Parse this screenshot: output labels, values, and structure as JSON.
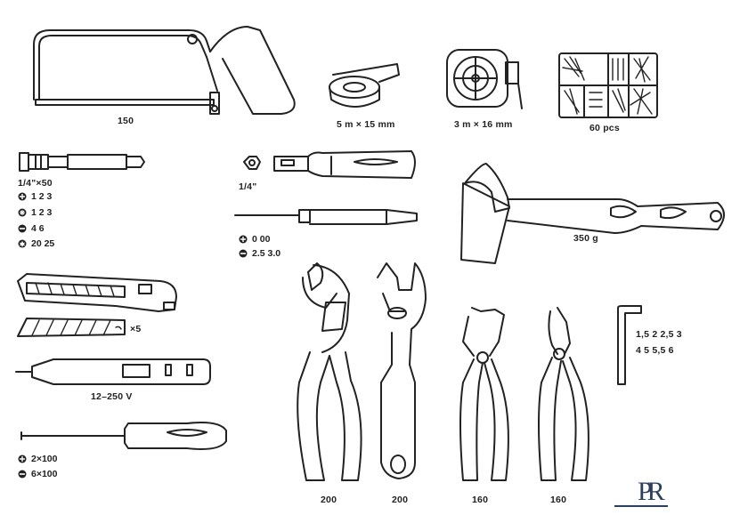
{
  "labels": {
    "hacksaw": "150",
    "tape": "5 m × 15 mm",
    "measure": "3 m × 16 mm",
    "organizer": "60 pcs",
    "bits_size": "1/4\"×50",
    "bit_holder": "1/4\"",
    "hammer": "350 g",
    "blades": "×5",
    "tester": "12–250 V",
    "pliers_water_pump": "200",
    "wrench_adjustable": "200",
    "pliers_combination": "160",
    "pliers_cutter": "160"
  },
  "bits": [
    {
      "icon": "phillips-icon",
      "text": "1  2  3"
    },
    {
      "icon": "pozidriv-icon",
      "text": "1  2  3"
    },
    {
      "icon": "slotted-icon",
      "text": "4  6"
    },
    {
      "icon": "torx-icon",
      "text": "20  25"
    }
  ],
  "precision": [
    {
      "icon": "phillips-icon",
      "text": "0  00"
    },
    {
      "icon": "slotted-icon",
      "text": "2.5  3.0"
    }
  ],
  "hex_keys": {
    "line1": "1,5  2  2,5  3",
    "line2": "4  5  5,5  6"
  },
  "screwdriver": [
    {
      "icon": "phillips-icon",
      "text": "2×100"
    },
    {
      "icon": "slotted-icon",
      "text": "6×100"
    }
  ],
  "brand": "PR"
}
